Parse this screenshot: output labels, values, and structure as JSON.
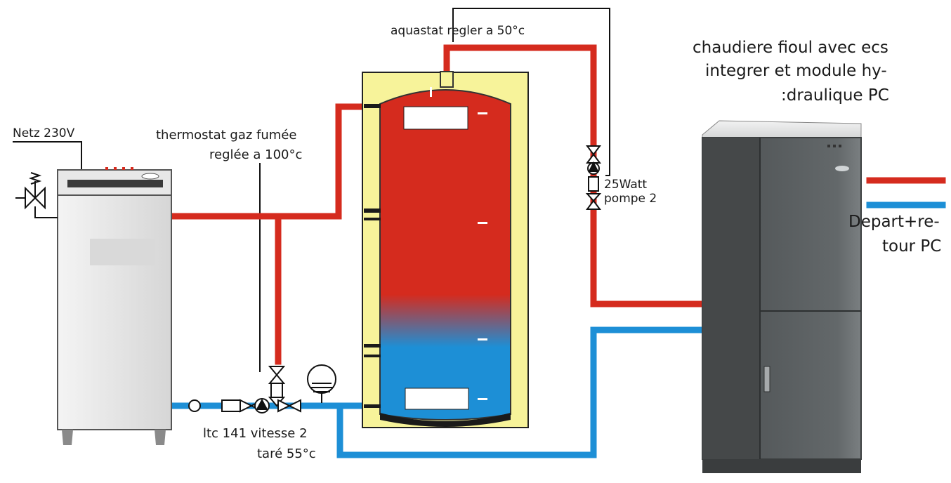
{
  "labels": {
    "aquastat": "aquastat regler a 50°c",
    "fioul_line1": "chaudiere fioul avec ecs",
    "fioul_line2": "integrer et module hy-",
    "fioul_line3": ":draulique PC",
    "netz": "Netz 230V",
    "thermostat_line1": "thermostat gaz fumée",
    "thermostat_line2": "reglée  a 100°c",
    "pump_line1": "25Watt",
    "pump_line2": "pompe 2",
    "depart_line1": "Depart+re-",
    "depart_line2": "tour PC",
    "ltc_line1": "ltc 141  vitesse 2",
    "ltc_line2": "taré 55°c"
  },
  "colors": {
    "hot": "#d52b1e",
    "cold": "#1d8fd6",
    "tank_insulation": "#f7f39a",
    "boiler_gray": "#e3e3e3",
    "fioul_boiler": "#5d6163"
  }
}
